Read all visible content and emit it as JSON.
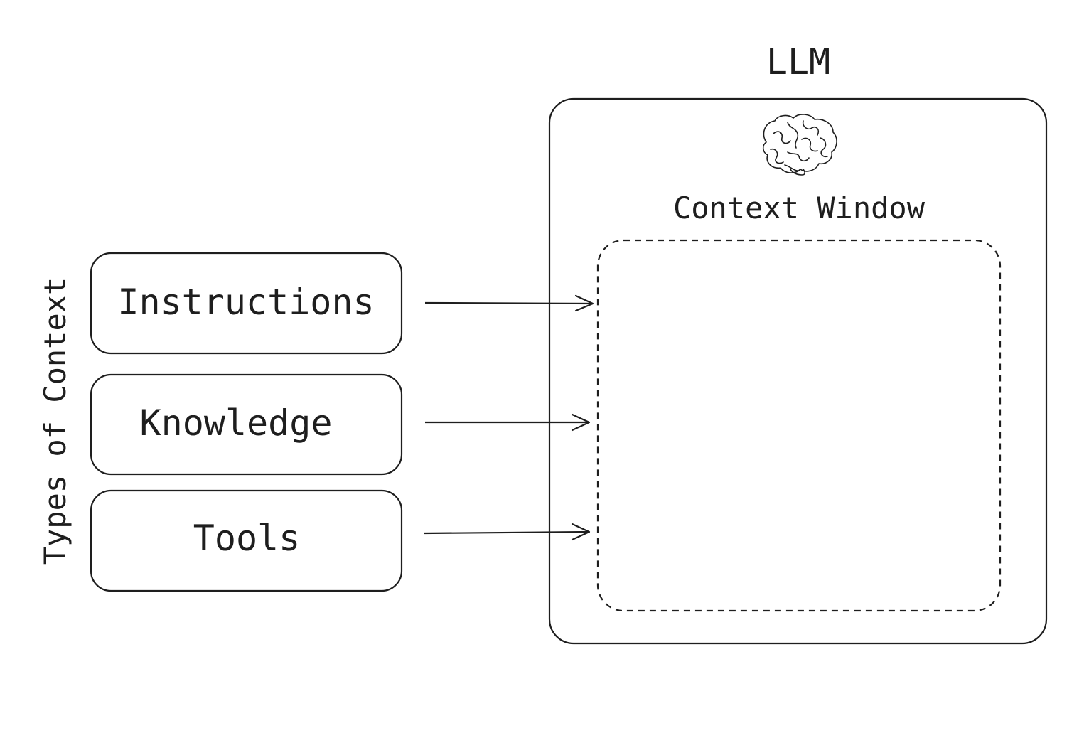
{
  "diagram": {
    "llm_label": "LLM",
    "context_window_label": "Context Window",
    "types_label": "Types of Context",
    "context_types": [
      {
        "label": "Instructions"
      },
      {
        "label": "Knowledge"
      },
      {
        "label": "Tools"
      }
    ],
    "icon": "brain-icon",
    "colors": {
      "stroke": "#1e1e1e",
      "background": "#ffffff"
    }
  }
}
